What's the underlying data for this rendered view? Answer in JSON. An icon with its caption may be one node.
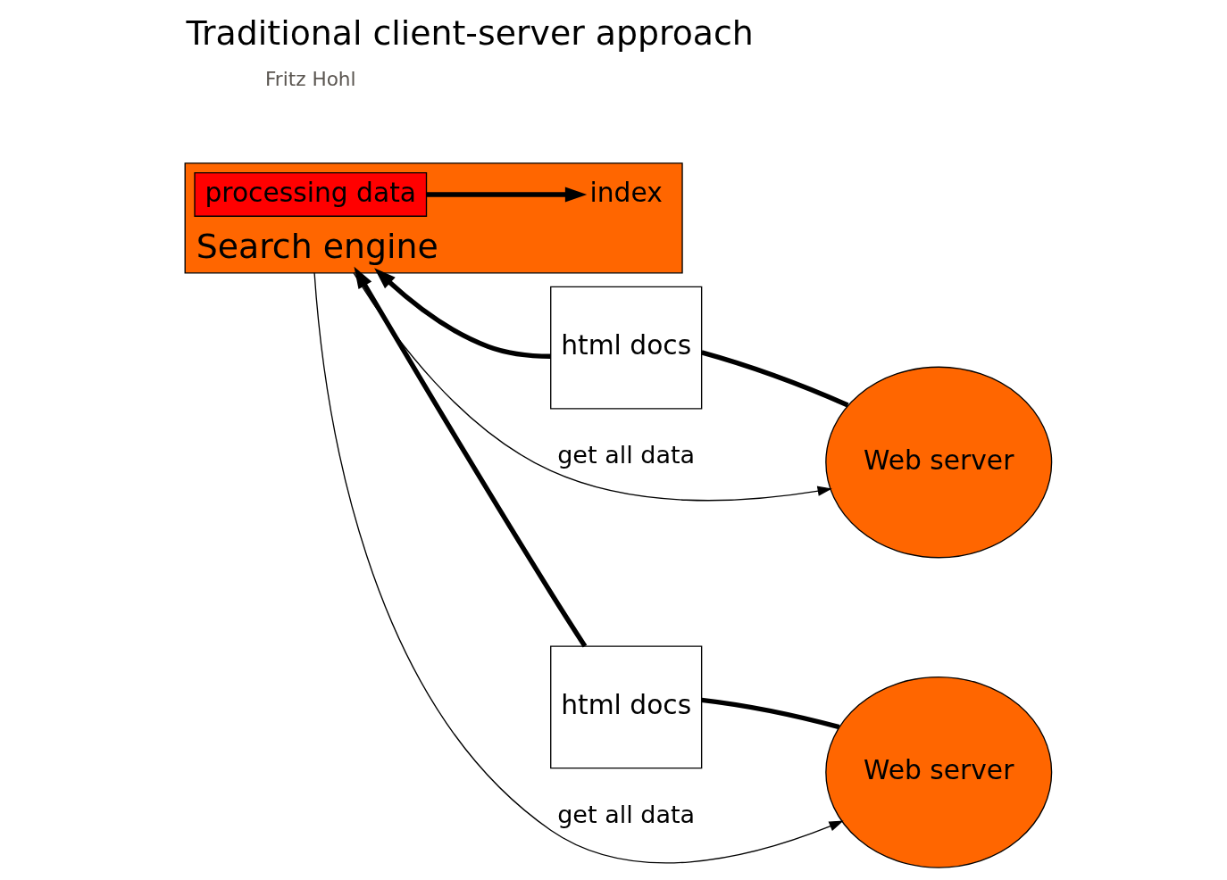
{
  "diagram": {
    "title": "Traditional client-server approach",
    "nodes": [
      {
        "text": [
          "Search engine"
        ]
      },
      {
        "text": [
          "processing data"
        ],
        "in": 0
      },
      {
        "text": [
          "index"
        ],
        "in": 0
      },
      {
        "text": [
          "html docs"
        ]
      },
      {
        "text": [
          "Web server"
        ]
      },
      {
        "text": [
          "html docs"
        ]
      },
      {
        "text": [
          "Web server"
        ]
      }
    ],
    "edges": [
      {
        "from": 0,
        "to": 4,
        "arrow": "to",
        "label": "get all data"
      },
      {
        "from": 4,
        "to": 3,
        "arrow": "none"
      },
      {
        "from": 3,
        "to": 0,
        "arrow": "to"
      },
      {
        "from": 6,
        "to": 5,
        "arrow": "none"
      },
      {
        "from": 5,
        "to": 0,
        "arrow": "to"
      },
      {
        "from": 0,
        "to": 6,
        "arrow": "to",
        "label": "get all data"
      },
      {
        "from": 1,
        "to": 2,
        "arrow": "to"
      }
    ],
    "labels": [
      "Fritz Hohl"
    ]
  }
}
